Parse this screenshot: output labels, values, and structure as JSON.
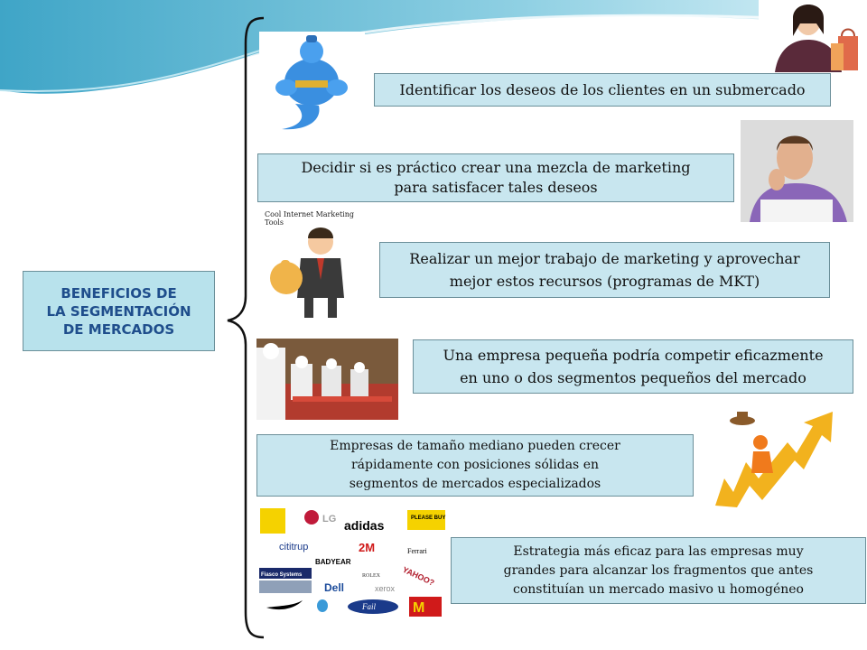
{
  "title": {
    "line1": "BENEFICIOS DE",
    "line2": "LA SEGMENTACIÓN",
    "line3": "DE MERCADOS"
  },
  "benefits": [
    {
      "lines": [
        "Identificar los deseos de los clientes en un submercado"
      ]
    },
    {
      "lines": [
        "Decidir si es práctico crear una mezcla de marketing",
        "para satisfacer tales deseos"
      ]
    },
    {
      "lines": [
        "Realizar un mejor trabajo de marketing y aprovechar",
        "mejor estos recursos (programas de MKT)"
      ]
    },
    {
      "lines": [
        "Una empresa pequeña podría competir eficazmente",
        "en uno o dos segmentos pequeños del mercado"
      ]
    },
    {
      "lines": [
        "Empresas de tamaño mediano pueden crecer",
        "rápidamente con posiciones sólidas en",
        "segmentos de mercados especializados"
      ]
    },
    {
      "lines": [
        "Estrategia más eficaz para las empresas muy",
        "grandes para alcanzar los fragmentos que antes",
        "constituían un mercado masivo u homogéneo"
      ]
    }
  ],
  "images": {
    "cool_tools_caption": "Cool Internet Marketing Tools",
    "logos": [
      "LG",
      "adidas",
      "PLEASE BUY",
      "cititrup",
      "2M",
      "Ferrari",
      "BADYEAR",
      "ROLEX",
      "Fiasco Systems",
      "Dell",
      "xerox",
      "Fail",
      "YAHOO?"
    ]
  },
  "colors": {
    "box_fill": "#c8e6ef",
    "title_fill": "#b8e2ec",
    "title_text": "#1f4e8c",
    "wave": "#5fb4cf"
  }
}
